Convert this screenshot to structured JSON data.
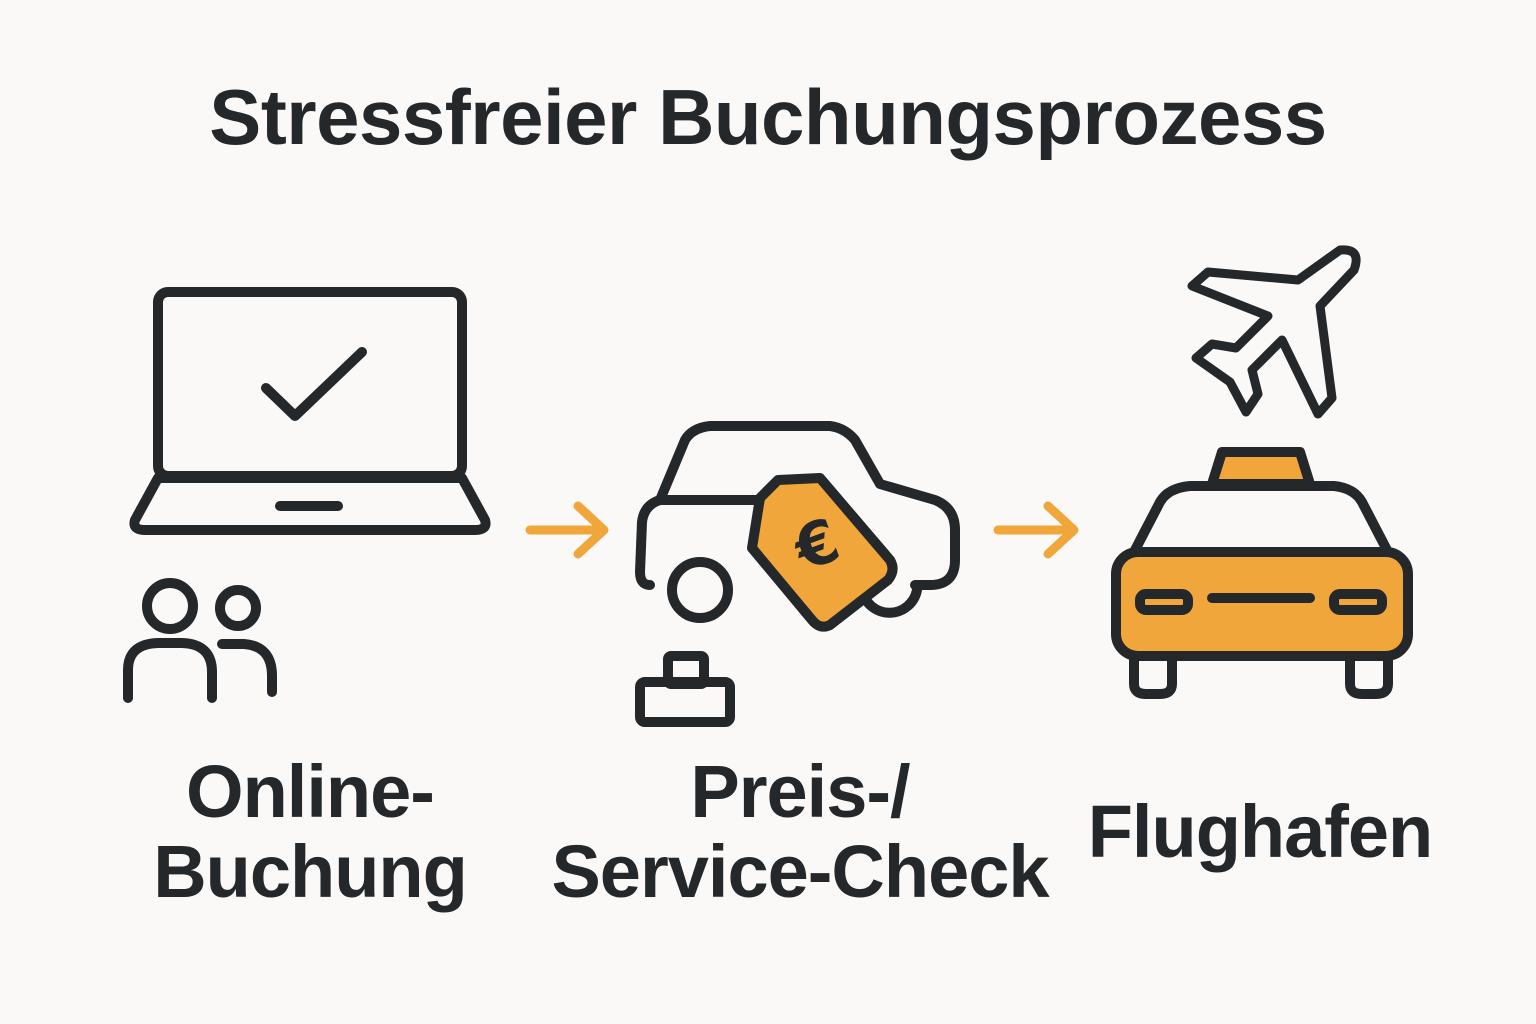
{
  "title": "Stressfreier Buchungsprozess",
  "colors": {
    "stroke": "#24282b",
    "accent": "#f0a63a",
    "background": "#faf9f7"
  },
  "steps": [
    {
      "icon": "laptop-check-icon",
      "secondary_icon": "people-icon",
      "label_line1": "Online-",
      "label_line2": "Buchung"
    },
    {
      "icon": "car-price-tag-icon",
      "secondary_icon": "luggage-icon",
      "tag_symbol": "€",
      "label_line1": "Preis-/",
      "label_line2": "Service-Check"
    },
    {
      "icon": "taxi-icon",
      "secondary_icon": "airplane-icon",
      "label_line1": "Flughafen"
    }
  ],
  "arrows": [
    "arrow-right-icon",
    "arrow-right-icon"
  ]
}
